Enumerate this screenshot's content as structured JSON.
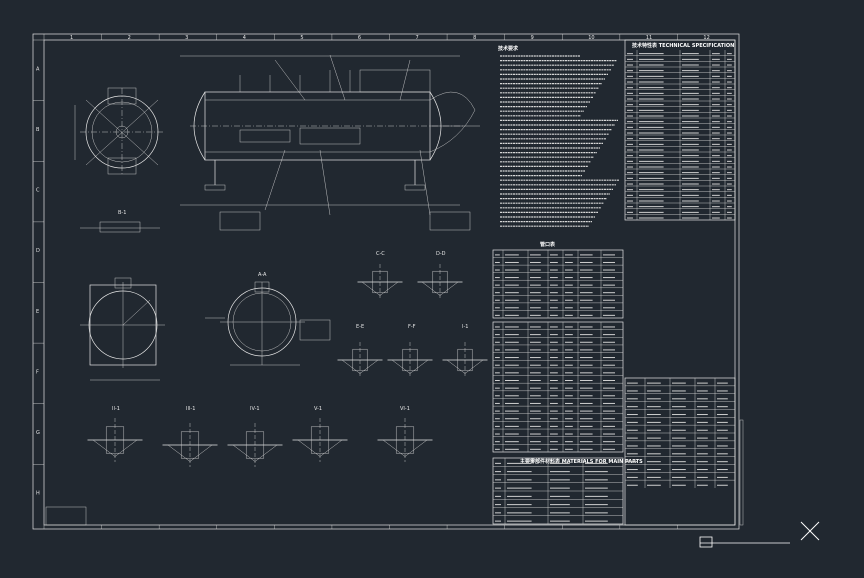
{
  "drawing": {
    "spec_table_title": "技术特性表 TECHNICAL SPECIFICATION",
    "nozzle_table_title": "管口表",
    "materials_table_title": "主要零部件材料表 MATERIALS FOR MAIN PARTS",
    "border_row_labels": [
      "A",
      "B",
      "C",
      "D",
      "E",
      "F",
      "G",
      "H"
    ],
    "border_col_labels": [
      "1",
      "2",
      "3",
      "4",
      "5",
      "6",
      "7",
      "8",
      "9",
      "10",
      "11",
      "12"
    ],
    "view_labels": [
      "B-1",
      "A-A",
      "C-C",
      "D-D",
      "E-E",
      "F-F",
      "I-1",
      "II-1",
      "III-1",
      "IV-1",
      "V-1",
      "VI-1"
    ],
    "notes_heading": "技术要求"
  },
  "colors": {
    "background": "#212830",
    "lines": "#e6e6e6"
  },
  "icons": [
    "cursor-crosshair-icon"
  ]
}
